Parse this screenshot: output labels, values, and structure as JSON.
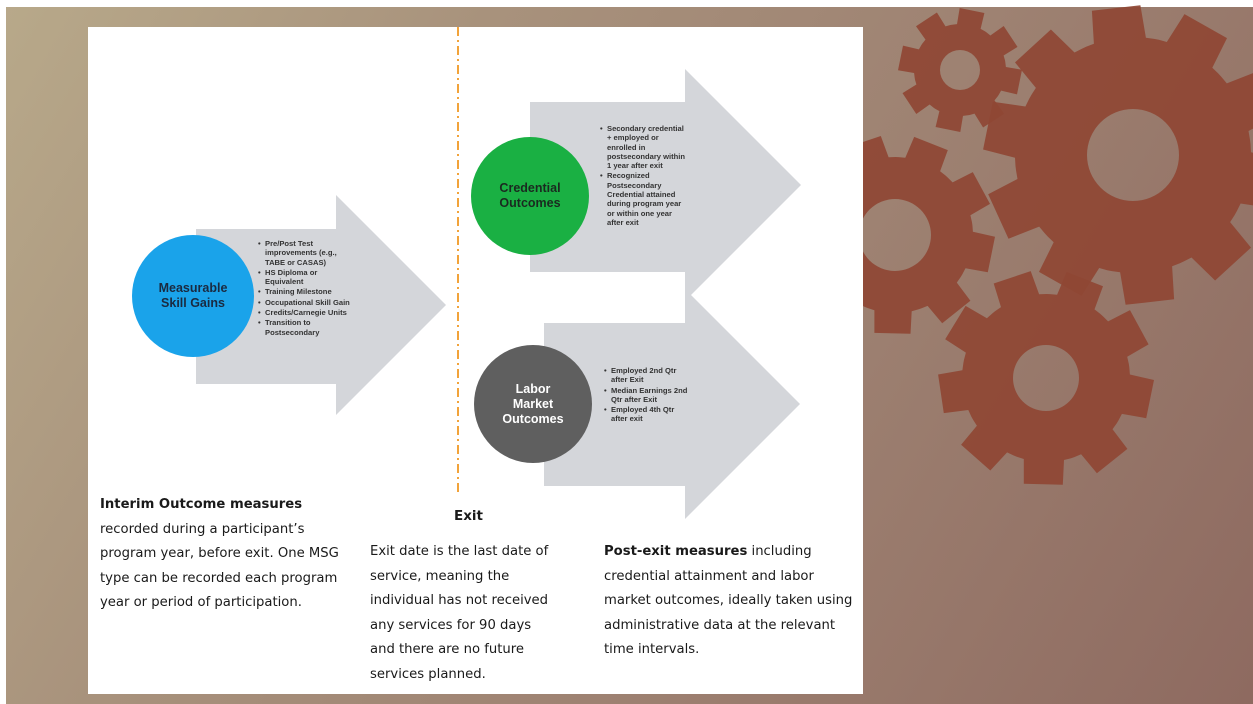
{
  "colors": {
    "msg_circle": "#1aa3ea",
    "credential_circle": "#1ab043",
    "labor_circle": "#5f5f5f",
    "arrow_fill": "#d4d6da",
    "exit_line": "#f2a33a",
    "gear_color": "#8f4634"
  },
  "measurable_skill_gains": {
    "circle_label": "Measurable Skill Gains",
    "items": [
      "Pre/Post Test improvements (e.g., TABE or CASAS)",
      "HS Diploma or Equivalent",
      "Training Milestone",
      "Occupational Skill Gain",
      "Credits/Carnegie Units",
      "Transition to Postsecondary"
    ]
  },
  "credential_outcomes": {
    "circle_label": "Credential Outcomes",
    "items": [
      "Secondary credential + employed or enrolled in postsecondary within 1 year after exit",
      "Recognized Postsecondary Credential attained during program year or within one year after exit"
    ]
  },
  "labor_market_outcomes": {
    "circle_label": "Labor Market Outcomes",
    "items": [
      "Employed 2nd Qtr after Exit",
      "Median Earnings 2nd Qtr after Exit",
      "Employed 4th Qtr after exit"
    ]
  },
  "interim": {
    "heading": "Interim Outcome measures",
    "text": "recorded during a participant’s program year, before exit. One MSG type can be recorded each program year or period of participation."
  },
  "exit": {
    "heading": "Exit",
    "text": "Exit date is the last date of service, meaning the individual has not received any services for 90 days and there are no future services planned."
  },
  "post_exit": {
    "heading": "Post-exit measures",
    "text": " including credential attainment and labor market outcomes, ideally taken using administrative data at the relevant time intervals."
  }
}
